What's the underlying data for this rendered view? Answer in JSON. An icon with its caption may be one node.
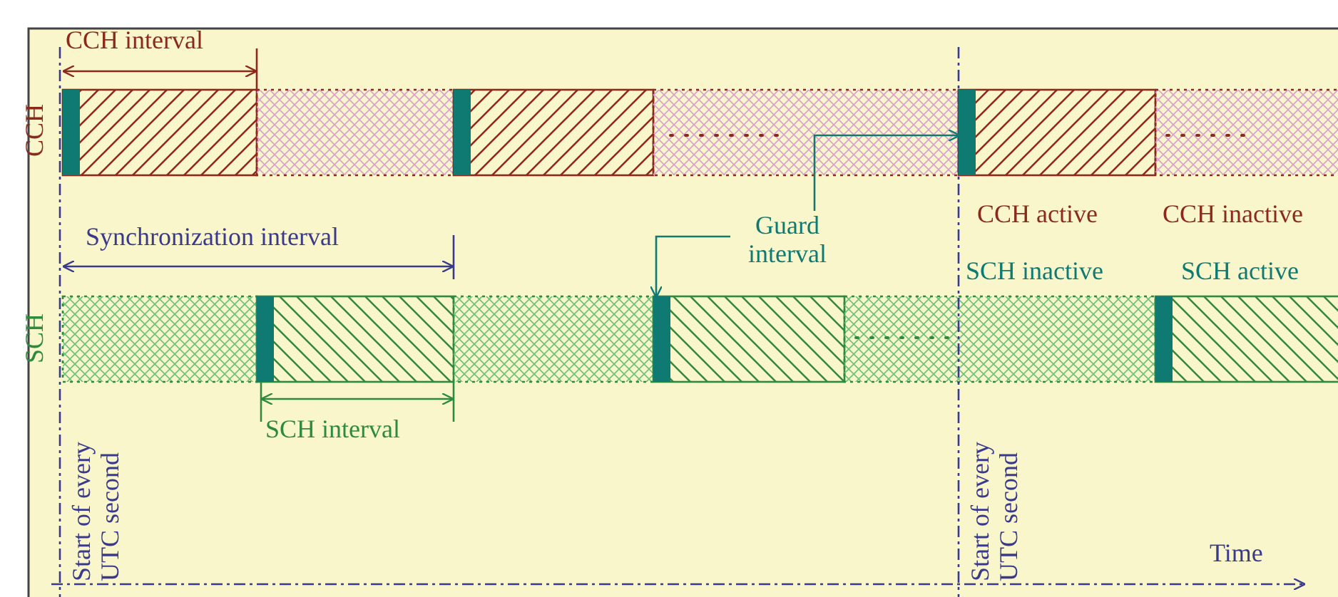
{
  "diagram": {
    "nodes": [
      {
        "text": [
          "Guard interval"
        ]
      },
      {
        "text": [],
        "shape": "bar"
      },
      {
        "text": [],
        "shape": "bar"
      }
    ],
    "edges": [
      {
        "from": 0,
        "to": 1,
        "arrow": "to"
      },
      {
        "from": 0,
        "to": 2,
        "arrow": "to"
      }
    ],
    "labels": [
      "CCH interval",
      "CCH",
      "Synchronization interval",
      "CCH active",
      "CCH inactive",
      "SCH inactive",
      "SCH active",
      "SCH",
      "SCH interval",
      "Start of every UTC second",
      "Start of every UTC second",
      "Time"
    ]
  }
}
